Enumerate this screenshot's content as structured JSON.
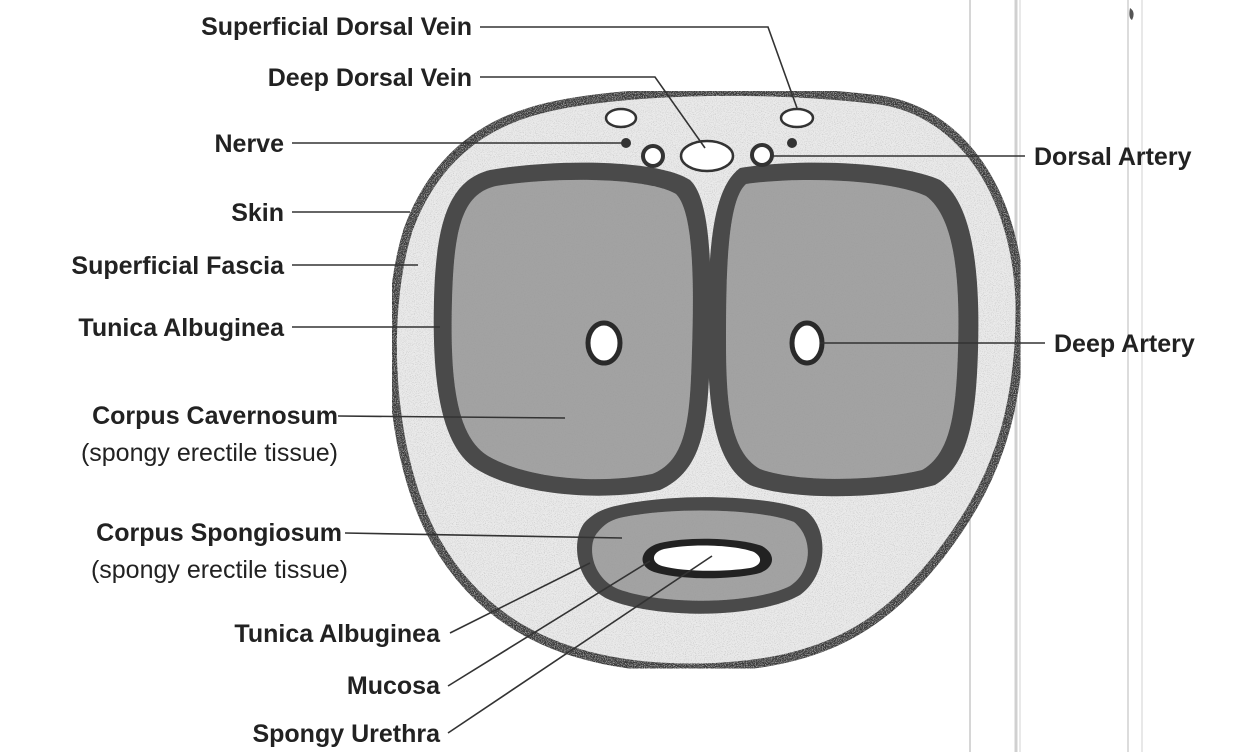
{
  "labels": {
    "superficial_dorsal_vein": "Superficial Dorsal Vein",
    "deep_dorsal_vein": "Deep Dorsal Vein",
    "nerve": "Nerve",
    "dorsal_artery": "Dorsal Artery",
    "skin": "Skin",
    "superficial_fascia": "Superficial Fascia",
    "tunica_albuginea_upper": "Tunica Albuginea",
    "deep_artery": "Deep Artery",
    "corpus_cavernosum": "Corpus Cavernosum",
    "corpus_cavernosum_note": "(spongy erectile tissue)",
    "corpus_spongiosum": "Corpus Spongiosum",
    "corpus_spongiosum_note": "(spongy erectile tissue)",
    "tunica_albuginea_lower": "Tunica Albuginea",
    "mucosa": "Mucosa",
    "spongy_urethra": "Spongy Urethra"
  },
  "colors": {
    "outline": "#3a3a3a",
    "fascia": "#e7e7e7",
    "erectile_tissue": "#9c9c9c",
    "tunica": "#4a4a4a",
    "scan_lines": "#d4d4d4"
  }
}
